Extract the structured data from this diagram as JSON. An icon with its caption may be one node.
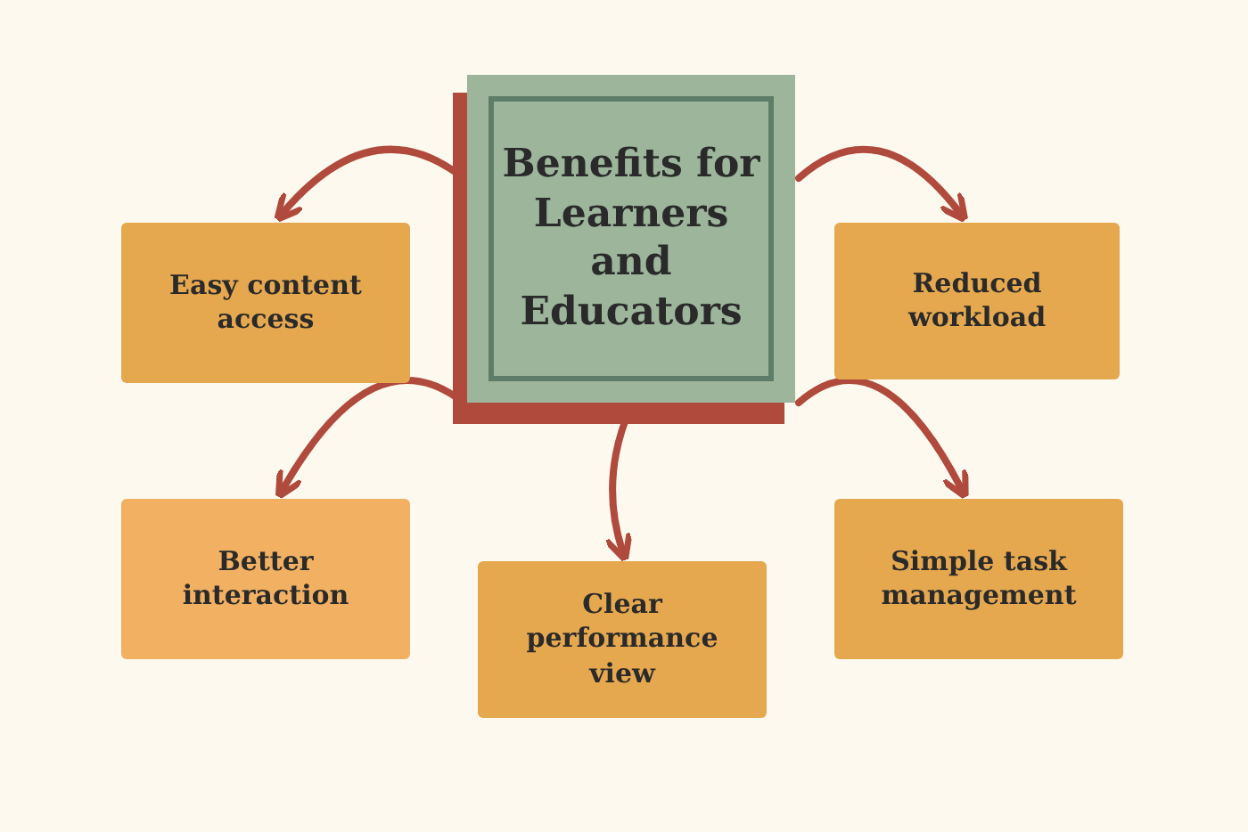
{
  "diagram": {
    "nodes": [
      {
        "text": [
          "Benefits for Learners and Educators"
        ]
      },
      {
        "text": [
          "Easy content access"
        ]
      },
      {
        "text": [
          "Reduced workload"
        ]
      },
      {
        "text": [
          "Better interaction"
        ]
      },
      {
        "text": [
          "Clear performance view"
        ]
      },
      {
        "text": [
          "Simple task management"
        ]
      }
    ],
    "edges": [
      {
        "from": 0,
        "to": 1,
        "arrow": "to"
      },
      {
        "from": 0,
        "to": 2,
        "arrow": "to"
      },
      {
        "from": 0,
        "to": 3,
        "arrow": "to"
      },
      {
        "from": 0,
        "to": 4,
        "arrow": "to"
      },
      {
        "from": 0,
        "to": 5,
        "arrow": "to"
      }
    ]
  }
}
